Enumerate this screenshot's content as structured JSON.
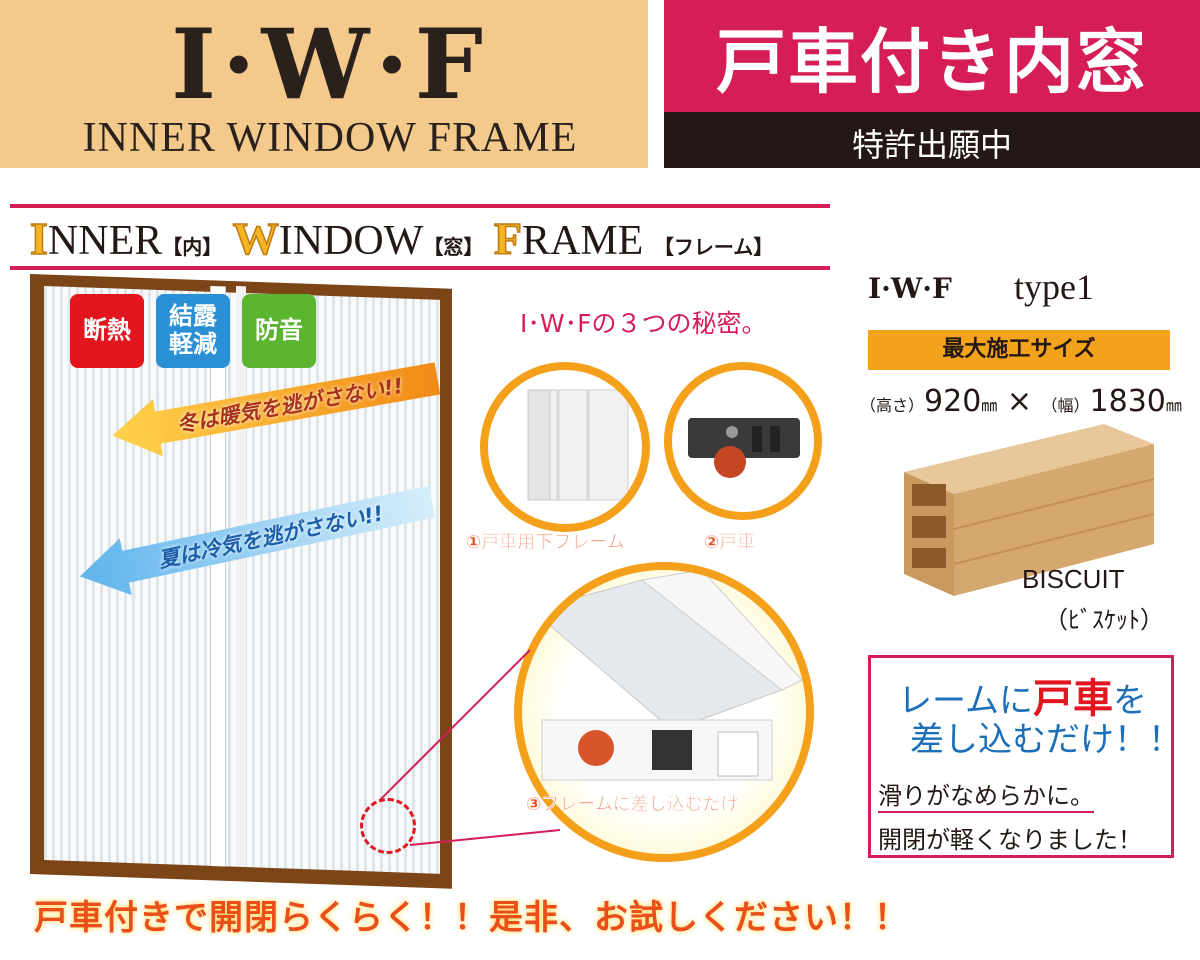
{
  "header": {
    "logo_main": "I·W·F",
    "logo_sub": "INNER WINDOW FRAME",
    "title": "戸車付き内窓",
    "patent": "特許出願中"
  },
  "section_header": {
    "i_letter": "I",
    "i_rest": "NNER",
    "i_bracket": "【内】",
    "w_letter": "W",
    "w_rest": "INDOW",
    "w_bracket": "【窓】",
    "f_letter": "F",
    "f_rest": "RAME",
    "f_bracket": "【フレーム】"
  },
  "badges": {
    "insulation": "断熱",
    "condensation": "結露\n軽減",
    "soundproof": "防音"
  },
  "arrows": {
    "warm": "冬は暖気を逃がさない!!",
    "cool": "夏は冷気を逃がさない!!"
  },
  "secrets": {
    "title": "I･W･Fの３つの秘密。",
    "caption1": "①戸車用下フレーム",
    "caption2": "②戸車",
    "caption3": "③フレームに差し込むだけ"
  },
  "bottom_text": "戸車付きで開閉らくらく！！是非、お試しください！！",
  "product": {
    "logo": "I·W·F",
    "type": "type1",
    "max_size_label": "最大施工サイズ",
    "height_label": "（高さ）",
    "height_value": "920",
    "unit": "㎜",
    "times": "×",
    "width_label": "（幅）",
    "width_value": "1830",
    "color_name": "BISCUIT",
    "color_kana": "（ﾋﾞｽｹｯﾄ）"
  },
  "note": {
    "line1_pre": "レームに",
    "line1_hl": "戸車",
    "line1_post": "を",
    "line2": "差し込むだけ！！",
    "line3": "滑りがなめらかに。",
    "line4": "開閉が軽くなりました！"
  },
  "colors": {
    "accent_red": "#d51e56",
    "brand_orange": "#f2a21b",
    "dark": "#231815",
    "logo_bg": "#f3c98c",
    "frame_brown": "#7b4518"
  }
}
